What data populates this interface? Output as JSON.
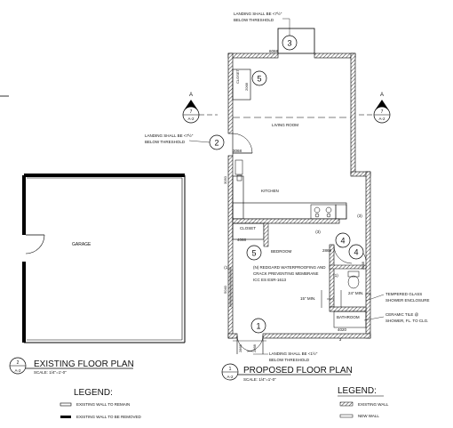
{
  "notes": {
    "landing_top_l1": "LANDING SHALL BE <7½\"",
    "landing_top_l2": "BELOW THRESHOLD",
    "landing_left_l1": "LANDING SHALL BE <7½\"",
    "landing_left_l2": "BELOW THRESHOLD",
    "landing_bottom_l1": "LANDING SHALL BE <1½\"",
    "landing_bottom_l2": "BELOW THRESHOLD",
    "waterproof_l1": "(N) REDGARD WATERPROOFING AND",
    "waterproof_l2": "CRACK PREVENTING MEMBRANE",
    "waterproof_l3": "ICC ES ESR-1613",
    "tempered_l1": "TEMPERED GLASS",
    "tempered_l2": "SHOWER ENCLOSURE",
    "ceramic_l1": "CERAMIC TILE @",
    "ceramic_l2": "SHOWER, FL. TO CLG.",
    "min_15": "15\" MIN.",
    "min_24": "24\" MIN."
  },
  "rooms": {
    "living": "LIVING ROOM",
    "kitchen": "KITCHEN",
    "closet_upper": "CLOSET",
    "closet_bedroom": "CLOSET",
    "bedroom": "BEDROOM",
    "bathroom": "BATHROOM",
    "garage": "GARAGE"
  },
  "dims": {
    "d6068": "6068",
    "d2068_closet": "2068",
    "d3068": "3068",
    "d3050": "3050",
    "d4068": "4068",
    "d2868_bath": "2868",
    "d2868_right": "2868",
    "d5040": "5040",
    "d4020": "4020",
    "d2868_bl": "2868",
    "d2868_br": "2868"
  },
  "tags": {
    "t3": "3",
    "t5_closet": "5",
    "t2": "2",
    "t5_bed": "5",
    "t4a": "4",
    "t4b": "4",
    "t1": "1",
    "small_a": "(3)",
    "small_b": "(1)",
    "small_c": "(3)",
    "small_d": "3",
    "small_e": "(1)"
  },
  "sections": {
    "left_letter": "A",
    "left_num": "7",
    "left_sheet": "A-2",
    "right_letter": "A",
    "right_num": "7",
    "right_sheet": "A-2"
  },
  "titles": {
    "existing_num": "2",
    "existing_sheet": "A-2",
    "existing_title": "EXISTING FLOOR PLAN",
    "existing_scale": "SCALE: 1/4\"=1'-0\"",
    "proposed_num": "1",
    "proposed_sheet": "A-2",
    "proposed_title": "PROPOSED FLOOR PLAN",
    "proposed_scale": "SCALE: 1/4\"=1'-0\""
  },
  "legend_left": {
    "heading": "LEGEND:",
    "remain": "EXISTING WALL TO REMAIN",
    "removed": "EXISTING WALL TO BE REMOVED"
  },
  "legend_right": {
    "heading": "LEGEND:",
    "existing": "EXISTING WALL",
    "new": "NEW WALL"
  }
}
